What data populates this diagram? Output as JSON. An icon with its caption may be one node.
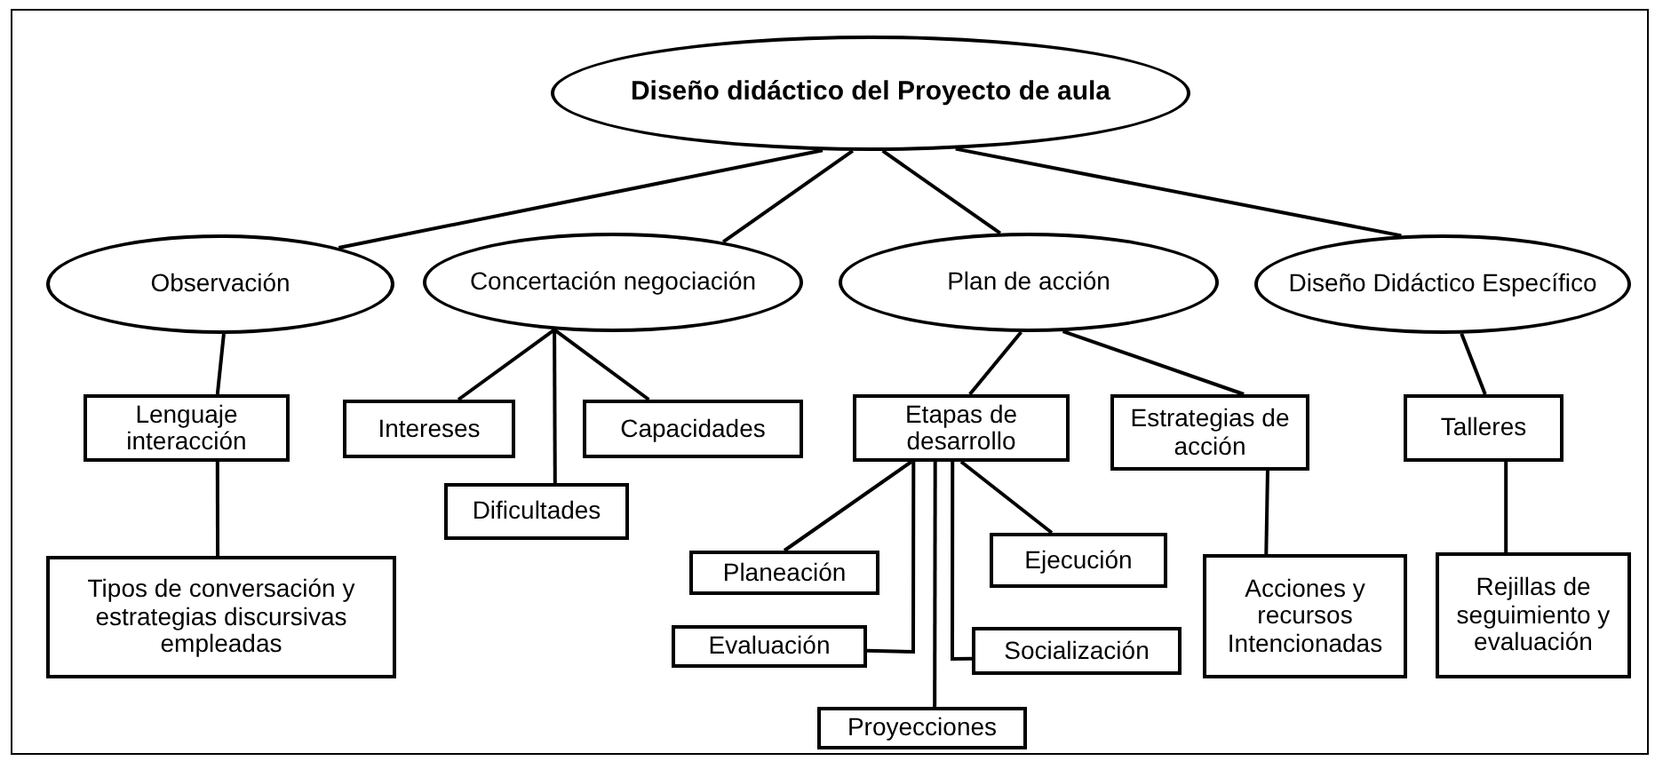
{
  "diagram": {
    "nodes": [
      {
        "text": [
          "Diseño didáctico del Proyecto de aula"
        ]
      },
      {
        "text": [
          "Observación"
        ]
      },
      {
        "text": [
          "Concertación negociación"
        ]
      },
      {
        "text": [
          "Plan de acción"
        ]
      },
      {
        "text": [
          "Diseño Didáctico Específico"
        ]
      },
      {
        "text": [
          "Lenguaje interacción"
        ]
      },
      {
        "text": [
          "Tipos de conversación y estrategias discursivas empleadas"
        ]
      },
      {
        "text": [
          "Intereses"
        ]
      },
      {
        "text": [
          "Capacidades"
        ]
      },
      {
        "text": [
          "Dificultades"
        ]
      },
      {
        "text": [
          "Etapas de desarrollo"
        ]
      },
      {
        "text": [
          "Estrategias de acción"
        ]
      },
      {
        "text": [
          "Planeación"
        ]
      },
      {
        "text": [
          "Ejecución"
        ]
      },
      {
        "text": [
          "Evaluación"
        ]
      },
      {
        "text": [
          "Socialización"
        ]
      },
      {
        "text": [
          "Proyecciones"
        ]
      },
      {
        "text": [
          "Acciones y recursos Intencionadas"
        ]
      },
      {
        "text": [
          "Talleres"
        ]
      },
      {
        "text": [
          "Rejillas de seguimiento y evaluación"
        ]
      }
    ],
    "edges": [
      {
        "from": 0,
        "to": 1,
        "arrow": "none"
      },
      {
        "from": 0,
        "to": 2,
        "arrow": "none"
      },
      {
        "from": 0,
        "to": 3,
        "arrow": "none"
      },
      {
        "from": 0,
        "to": 4,
        "arrow": "none"
      },
      {
        "from": 1,
        "to": 5,
        "arrow": "none"
      },
      {
        "from": 5,
        "to": 6,
        "arrow": "none"
      },
      {
        "from": 2,
        "to": 7,
        "arrow": "none"
      },
      {
        "from": 2,
        "to": 9,
        "arrow": "none"
      },
      {
        "from": 2,
        "to": 8,
        "arrow": "none"
      },
      {
        "from": 3,
        "to": 10,
        "arrow": "none"
      },
      {
        "from": 3,
        "to": 11,
        "arrow": "none"
      },
      {
        "from": 10,
        "to": 12,
        "arrow": "none"
      },
      {
        "from": 10,
        "to": 14,
        "arrow": "none"
      },
      {
        "from": 10,
        "to": 16,
        "arrow": "none"
      },
      {
        "from": 10,
        "to": 15,
        "arrow": "none"
      },
      {
        "from": 10,
        "to": 13,
        "arrow": "none"
      },
      {
        "from": 11,
        "to": 17,
        "arrow": "none"
      },
      {
        "from": 4,
        "to": 18,
        "arrow": "none"
      },
      {
        "from": 18,
        "to": 19,
        "arrow": "none"
      }
    ]
  }
}
